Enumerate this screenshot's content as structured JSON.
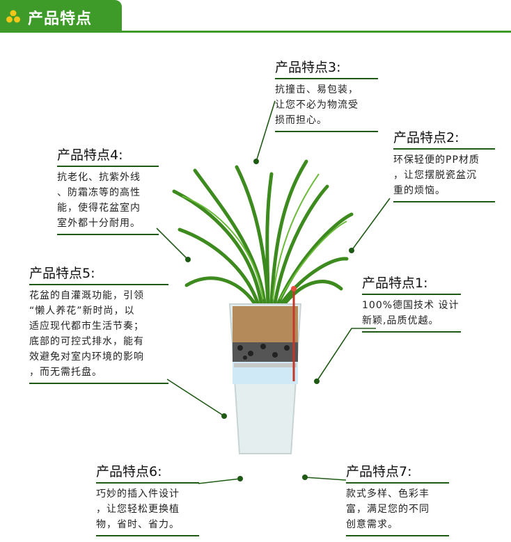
{
  "header": {
    "title": "产品特点"
  },
  "features": [
    {
      "title": "产品特点1:",
      "desc": "100%德国技术 设计\n新颖,品质优越。"
    },
    {
      "title": "产品特点2:",
      "desc": "环保轻便的PP材质\n，让您摆脱瓷盆沉\n重的烦恼。"
    },
    {
      "title": "产品特点3:",
      "desc": "抗撞击、易包装，\n让您不必为物流受\n损而担心。"
    },
    {
      "title": "产品特点4:",
      "desc": "抗老化、抗紫外线\n、防霜冻等的高性\n能，使得花盆室内\n室外都十分耐用。"
    },
    {
      "title": "产品特点5:",
      "desc": "花盆的自灌溉功能，引领\n“懒人养花”新时尚，以\n适应现代都市生活节奏；\n底部的可控式排水，能有\n效避免对室内环境的影响\n，而无需托盘。"
    },
    {
      "title": "产品特点6:",
      "desc": "巧妙的插入件设计\n，让您轻松更换植\n物，省时、省力。"
    },
    {
      "title": "产品特点7:",
      "desc": "款式多样、色彩丰\n富，满足您的不同\n创意需求。"
    }
  ],
  "colors": {
    "accent": "#3f9b29",
    "line": "#1f5a14",
    "pot": "#e4eeee"
  }
}
